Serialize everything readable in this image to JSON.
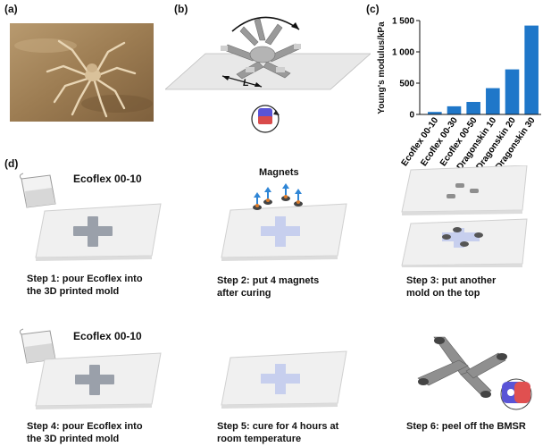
{
  "panels": {
    "a": "(a)",
    "b": "(b)",
    "c": "(c)",
    "d": "(d)"
  },
  "panel_b": {
    "length_label": "L"
  },
  "chart_data": {
    "type": "bar",
    "categories": [
      "Ecoflex 00-10",
      "Ecoflex 00-30",
      "Ecoflex 00-50",
      "Dragonskin 10",
      "Dragonskin 20",
      "Dragonskin 30"
    ],
    "values": [
      40,
      130,
      200,
      420,
      720,
      1420
    ],
    "ylabel": "Young's modulus/kPa",
    "ylim": [
      0,
      1500
    ],
    "yticks": [
      0,
      500,
      1000,
      1500
    ],
    "ytick_labels": [
      "0",
      "500",
      "1 000",
      "1 500"
    ],
    "grid": false,
    "bar_color": "#1f77c9"
  },
  "process": {
    "ecoflex_label_1": "Ecoflex 00-10",
    "ecoflex_label_4": "Ecoflex 00-10",
    "magnets_label": "Magnets",
    "steps": [
      {
        "line1": "Step 1: pour Ecoflex into",
        "line2": "the 3D printed mold"
      },
      {
        "line1": "Step 2: put 4 magnets",
        "line2": "after curing"
      },
      {
        "line1": "Step 3: put another",
        "line2": "mold on the top"
      },
      {
        "line1": "Step 4: pour Ecoflex into",
        "line2": "the 3D printed mold"
      },
      {
        "line1": "Step 5: cure for 4 hours at",
        "line2": "room temperature"
      },
      {
        "line1": "Step 6: peel off the BMSR",
        "line2": ""
      }
    ]
  }
}
